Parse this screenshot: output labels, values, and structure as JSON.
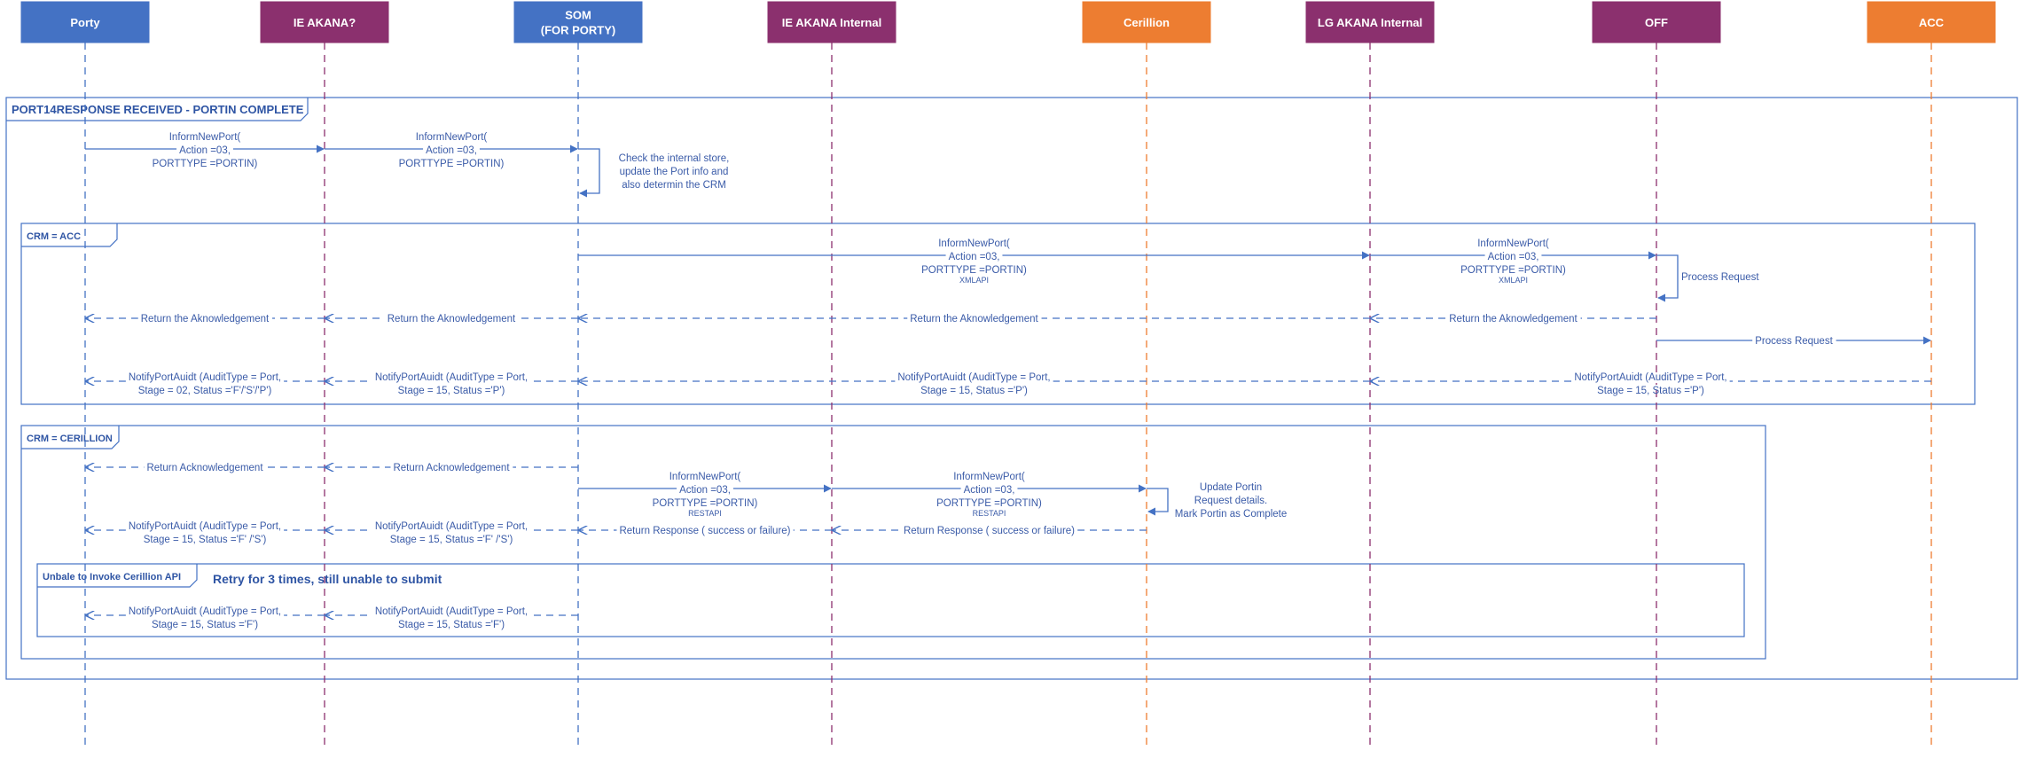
{
  "colors": {
    "blue": "#4472C4",
    "purple": "#8B306E",
    "orange": "#ED7D31",
    "line": "#4472C4",
    "text": "#3A5BA8",
    "title": "#2F55A4"
  },
  "participants": [
    {
      "id": "porty",
      "label": [
        "Porty"
      ],
      "color": "blue",
      "lifeline": "blue"
    },
    {
      "id": "ie_akana",
      "label": [
        "IE AKANA?"
      ],
      "color": "purple",
      "lifeline": "purple"
    },
    {
      "id": "som",
      "label": [
        "SOM",
        "(FOR PORTY)"
      ],
      "color": "blue",
      "lifeline": "blue"
    },
    {
      "id": "ie_akana_int",
      "label": [
        "IE AKANA  Internal"
      ],
      "color": "purple",
      "lifeline": "purple"
    },
    {
      "id": "cerillion",
      "label": [
        "Cerillion"
      ],
      "color": "orange",
      "lifeline": "orange"
    },
    {
      "id": "lg_akana_int",
      "label": [
        "LG  AKANA Internal"
      ],
      "color": "purple",
      "lifeline": "purple"
    },
    {
      "id": "off",
      "label": [
        "OFF"
      ],
      "color": "purple",
      "lifeline": "purple"
    },
    {
      "id": "acc",
      "label": [
        "ACC"
      ],
      "color": "orange",
      "lifeline": "orange"
    }
  ],
  "frames": [
    {
      "id": "outer",
      "label": "PORT14RESPONSE RECEIVED - PORTIN COMPLETE"
    },
    {
      "id": "crm_acc",
      "label": "CRM = ACC"
    },
    {
      "id": "crm_cerillion",
      "label": "CRM = CERILLION"
    },
    {
      "id": "unable",
      "label": "Unbale to Invoke Cerillion API"
    }
  ],
  "retry_note": "Retry for 3 times, still unable to submit",
  "messages": [
    {
      "from": "porty",
      "to": "ie_akana",
      "style": "solid",
      "lines": [
        "InformNewPort(",
        "Action =03,",
        "PORTTYPE =PORTIN)"
      ]
    },
    {
      "from": "ie_akana",
      "to": "som",
      "style": "solid",
      "lines": [
        "InformNewPort(",
        "Action =03,",
        "PORTTYPE =PORTIN)"
      ]
    },
    {
      "from": "som",
      "to": "som",
      "style": "self",
      "lines": [
        "Check the internal store,",
        "update the Port info and",
        "also determin the CRM"
      ]
    },
    {
      "from": "som",
      "to": "lg_akana_int",
      "style": "solid",
      "lines": [
        "InformNewPort(",
        "Action =03,",
        "PORTTYPE =PORTIN)"
      ],
      "sub": "XMLAPI"
    },
    {
      "from": "lg_akana_int",
      "to": "off",
      "style": "solid",
      "lines": [
        "InformNewPort(",
        "Action =03,",
        "PORTTYPE =PORTIN)"
      ],
      "sub": "XMLAPI"
    },
    {
      "from": "off",
      "to": "off",
      "style": "self",
      "lines": [
        "Process Request"
      ]
    },
    {
      "from": "ie_akana",
      "to": "porty",
      "style": "dashed",
      "lines": [
        "Return the Aknowledgement"
      ]
    },
    {
      "from": "som",
      "to": "ie_akana",
      "style": "dashed",
      "lines": [
        "Return the Aknowledgement"
      ]
    },
    {
      "from": "lg_akana_int",
      "to": "som",
      "style": "dashed",
      "lines": [
        "Return the Aknowledgement"
      ]
    },
    {
      "from": "off",
      "to": "lg_akana_int",
      "style": "dashed",
      "lines": [
        "Return the Aknowledgement"
      ]
    },
    {
      "from": "off",
      "to": "acc",
      "style": "solid",
      "lines": [
        "Process Request"
      ]
    },
    {
      "from": "ie_akana",
      "to": "porty",
      "style": "dashed",
      "lines": [
        "NotifyPortAuidt (AuditType = Port,",
        "Stage = 02, Status ='F'/'S'/'P')"
      ]
    },
    {
      "from": "som",
      "to": "ie_akana",
      "style": "dashed",
      "lines": [
        "NotifyPortAuidt (AuditType = Port,",
        "Stage = 15, Status ='P')"
      ]
    },
    {
      "from": "lg_akana_int",
      "to": "som",
      "style": "dashed",
      "lines": [
        "NotifyPortAuidt (AuditType = Port,",
        "Stage = 15, Status ='P')"
      ]
    },
    {
      "from": "acc",
      "to": "lg_akana_int",
      "style": "dashed",
      "lines": [
        "NotifyPortAuidt (AuditType = Port,",
        "Stage = 15, Status ='P')"
      ]
    },
    {
      "from": "ie_akana",
      "to": "porty",
      "style": "dashed",
      "lines": [
        "Return Acknowledgement"
      ]
    },
    {
      "from": "som",
      "to": "ie_akana",
      "style": "dashed",
      "lines": [
        "Return Acknowledgement"
      ]
    },
    {
      "from": "som",
      "to": "ie_akana_int",
      "style": "solid",
      "lines": [
        "InformNewPort(",
        "Action =03,",
        "PORTTYPE =PORTIN)"
      ],
      "sub": "RESTAPI"
    },
    {
      "from": "ie_akana_int",
      "to": "cerillion",
      "style": "solid",
      "lines": [
        "InformNewPort(",
        "Action =03,",
        "PORTTYPE =PORTIN)"
      ],
      "sub": "RESTAPI"
    },
    {
      "from": "cerillion",
      "to": "cerillion",
      "style": "self",
      "lines": [
        "Update Portin",
        "Request details.",
        "Mark Portin as Complete"
      ]
    },
    {
      "from": "ie_akana",
      "to": "porty",
      "style": "dashed",
      "lines": [
        "NotifyPortAuidt (AuditType = Port,",
        "Stage = 15, Status ='F' /'S')"
      ]
    },
    {
      "from": "som",
      "to": "ie_akana",
      "style": "dashed",
      "lines": [
        "NotifyPortAuidt (AuditType = Port,",
        "Stage = 15, Status ='F' /'S')"
      ]
    },
    {
      "from": "ie_akana_int",
      "to": "som",
      "style": "dashed",
      "lines": [
        "Return Response ( success or failure)"
      ]
    },
    {
      "from": "cerillion",
      "to": "ie_akana_int",
      "style": "dashed",
      "lines": [
        "Return Response ( success or failure)"
      ]
    },
    {
      "from": "ie_akana",
      "to": "porty",
      "style": "dashed",
      "lines": [
        "NotifyPortAuidt (AuditType = Port,",
        "Stage = 15, Status ='F')"
      ]
    },
    {
      "from": "som",
      "to": "ie_akana",
      "style": "dashed",
      "lines": [
        "NotifyPortAuidt (AuditType = Port,",
        "Stage = 15, Status ='F')"
      ]
    }
  ]
}
